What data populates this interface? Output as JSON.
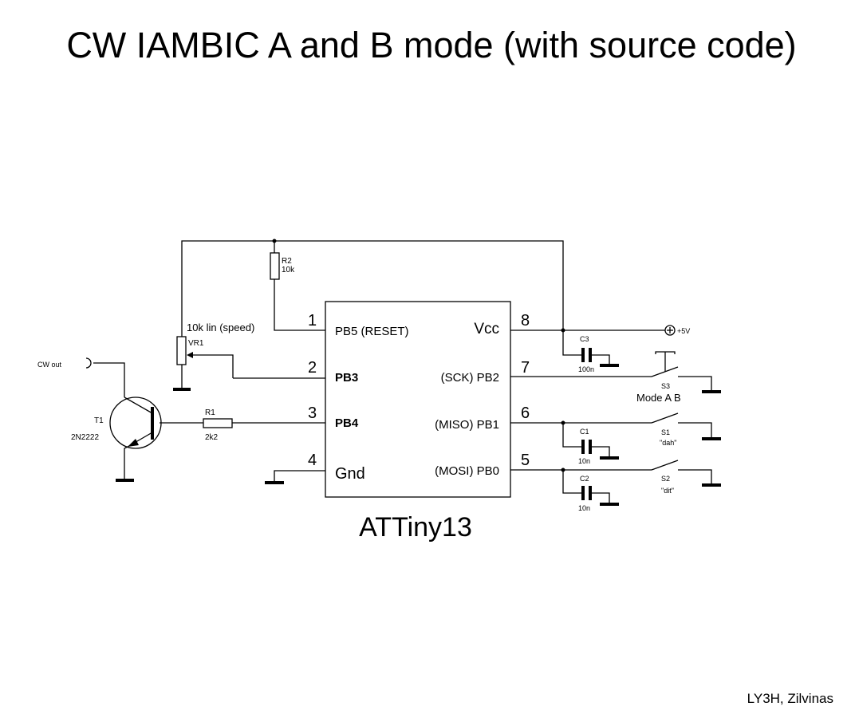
{
  "title": "CW IAMBIC A and B mode (with source code)",
  "author": "LY3H, Zilvinas",
  "ic": {
    "name": "ATTiny13",
    "pins": [
      {
        "num": "1",
        "label": "PB5 (RESET)"
      },
      {
        "num": "2",
        "label": "PB3"
      },
      {
        "num": "3",
        "label": "PB4"
      },
      {
        "num": "4",
        "label": "Gnd"
      },
      {
        "num": "8",
        "label": "Vcc"
      },
      {
        "num": "7",
        "label": "(SCK) PB2"
      },
      {
        "num": "6",
        "label": "(MISO) PB1"
      },
      {
        "num": "5",
        "label": "(MOSI) PB0"
      }
    ]
  },
  "components": {
    "r2": {
      "ref": "R2",
      "value": "10k"
    },
    "vr1": {
      "ref": "VR1",
      "value": "10k lin (speed)"
    },
    "r1": {
      "ref": "R1",
      "value": "2k2"
    },
    "t1": {
      "ref": "T1",
      "value": "2N2222"
    },
    "cw_out": "CW out",
    "c3": {
      "ref": "C3",
      "value": "100n"
    },
    "c1": {
      "ref": "C1",
      "value": "10n"
    },
    "c2": {
      "ref": "C2",
      "value": "10n"
    },
    "s3": {
      "ref": "S3",
      "label": "Mode A B"
    },
    "s1": {
      "ref": "S1",
      "label": "\"dah\""
    },
    "s2": {
      "ref": "S2",
      "label": "\"dit\""
    },
    "supply": "+5V"
  }
}
